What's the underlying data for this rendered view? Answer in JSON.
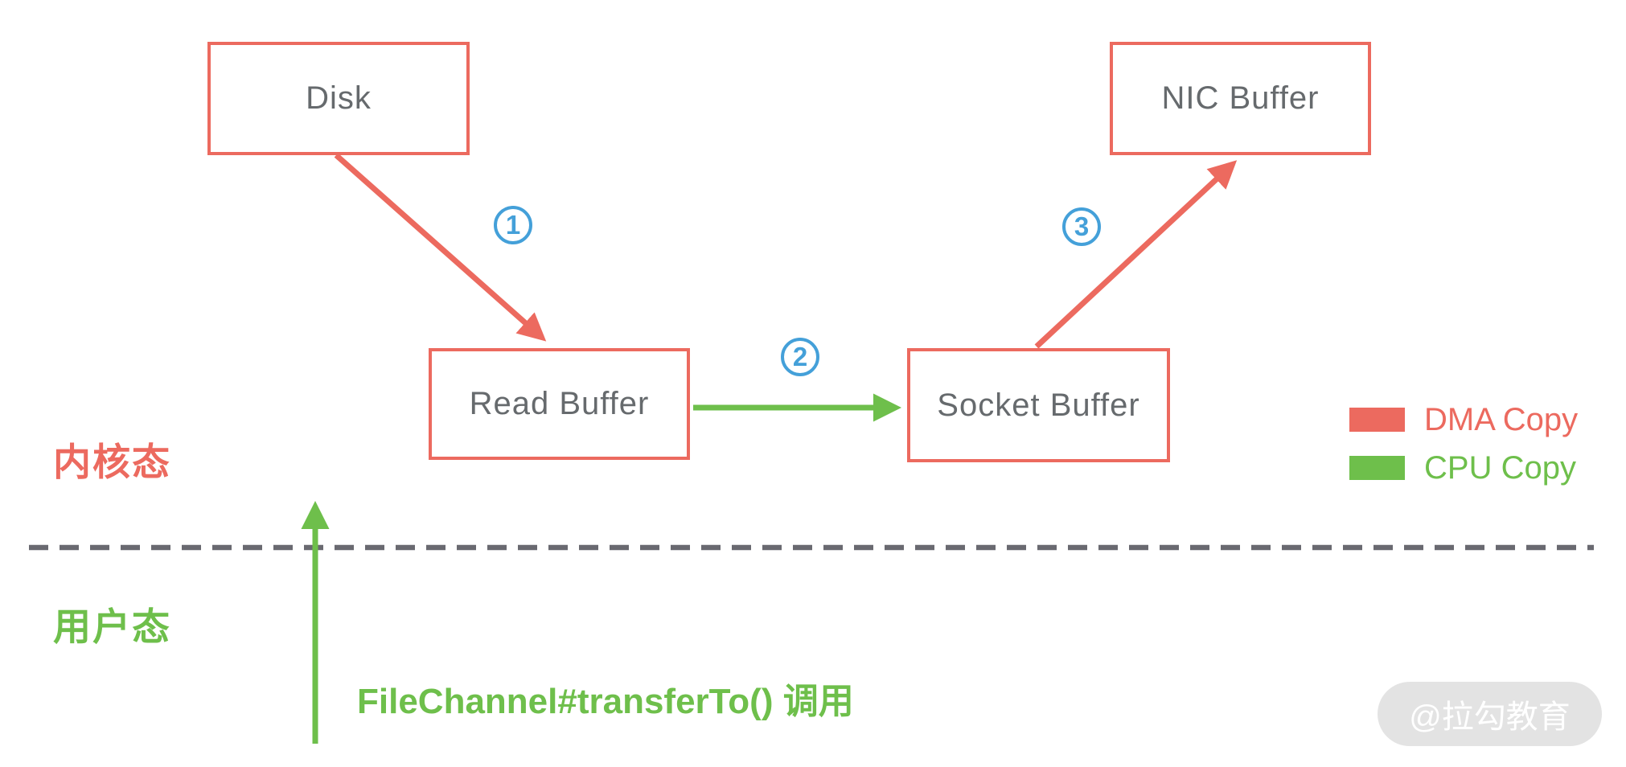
{
  "diagram": {
    "nodes": [
      {
        "id": "disk",
        "label": "Disk"
      },
      {
        "id": "nic-buffer",
        "label": "NIC Buffer"
      },
      {
        "id": "read-buffer",
        "label": "Read Buffer"
      },
      {
        "id": "socket-buffer",
        "label": "Socket Buffer"
      }
    ],
    "steps": [
      {
        "label": "1",
        "from": "disk",
        "to": "read-buffer",
        "kind": "DMA Copy"
      },
      {
        "label": "2",
        "from": "read-buffer",
        "to": "socket-buffer",
        "kind": "CPU Copy"
      },
      {
        "label": "3",
        "from": "socket-buffer",
        "to": "nic-buffer",
        "kind": "DMA Copy"
      }
    ],
    "zones": {
      "kernel_label": "内核态",
      "user_label": "用户态"
    },
    "call_label": "FileChannel#transferTo() 调用",
    "legend": [
      {
        "label": "DMA Copy",
        "color": "#ec6a5f"
      },
      {
        "label": "CPU Copy",
        "color": "#6ebf4b"
      }
    ],
    "watermark": "@拉勾教育",
    "colors": {
      "dma_red": "#ec6a5f",
      "cpu_green": "#6ebf4b",
      "step_blue": "#44a0d9",
      "node_text_gray": "#666a6d",
      "divider_gray": "#696970",
      "watermark_bg": "#e3e3e3"
    }
  }
}
